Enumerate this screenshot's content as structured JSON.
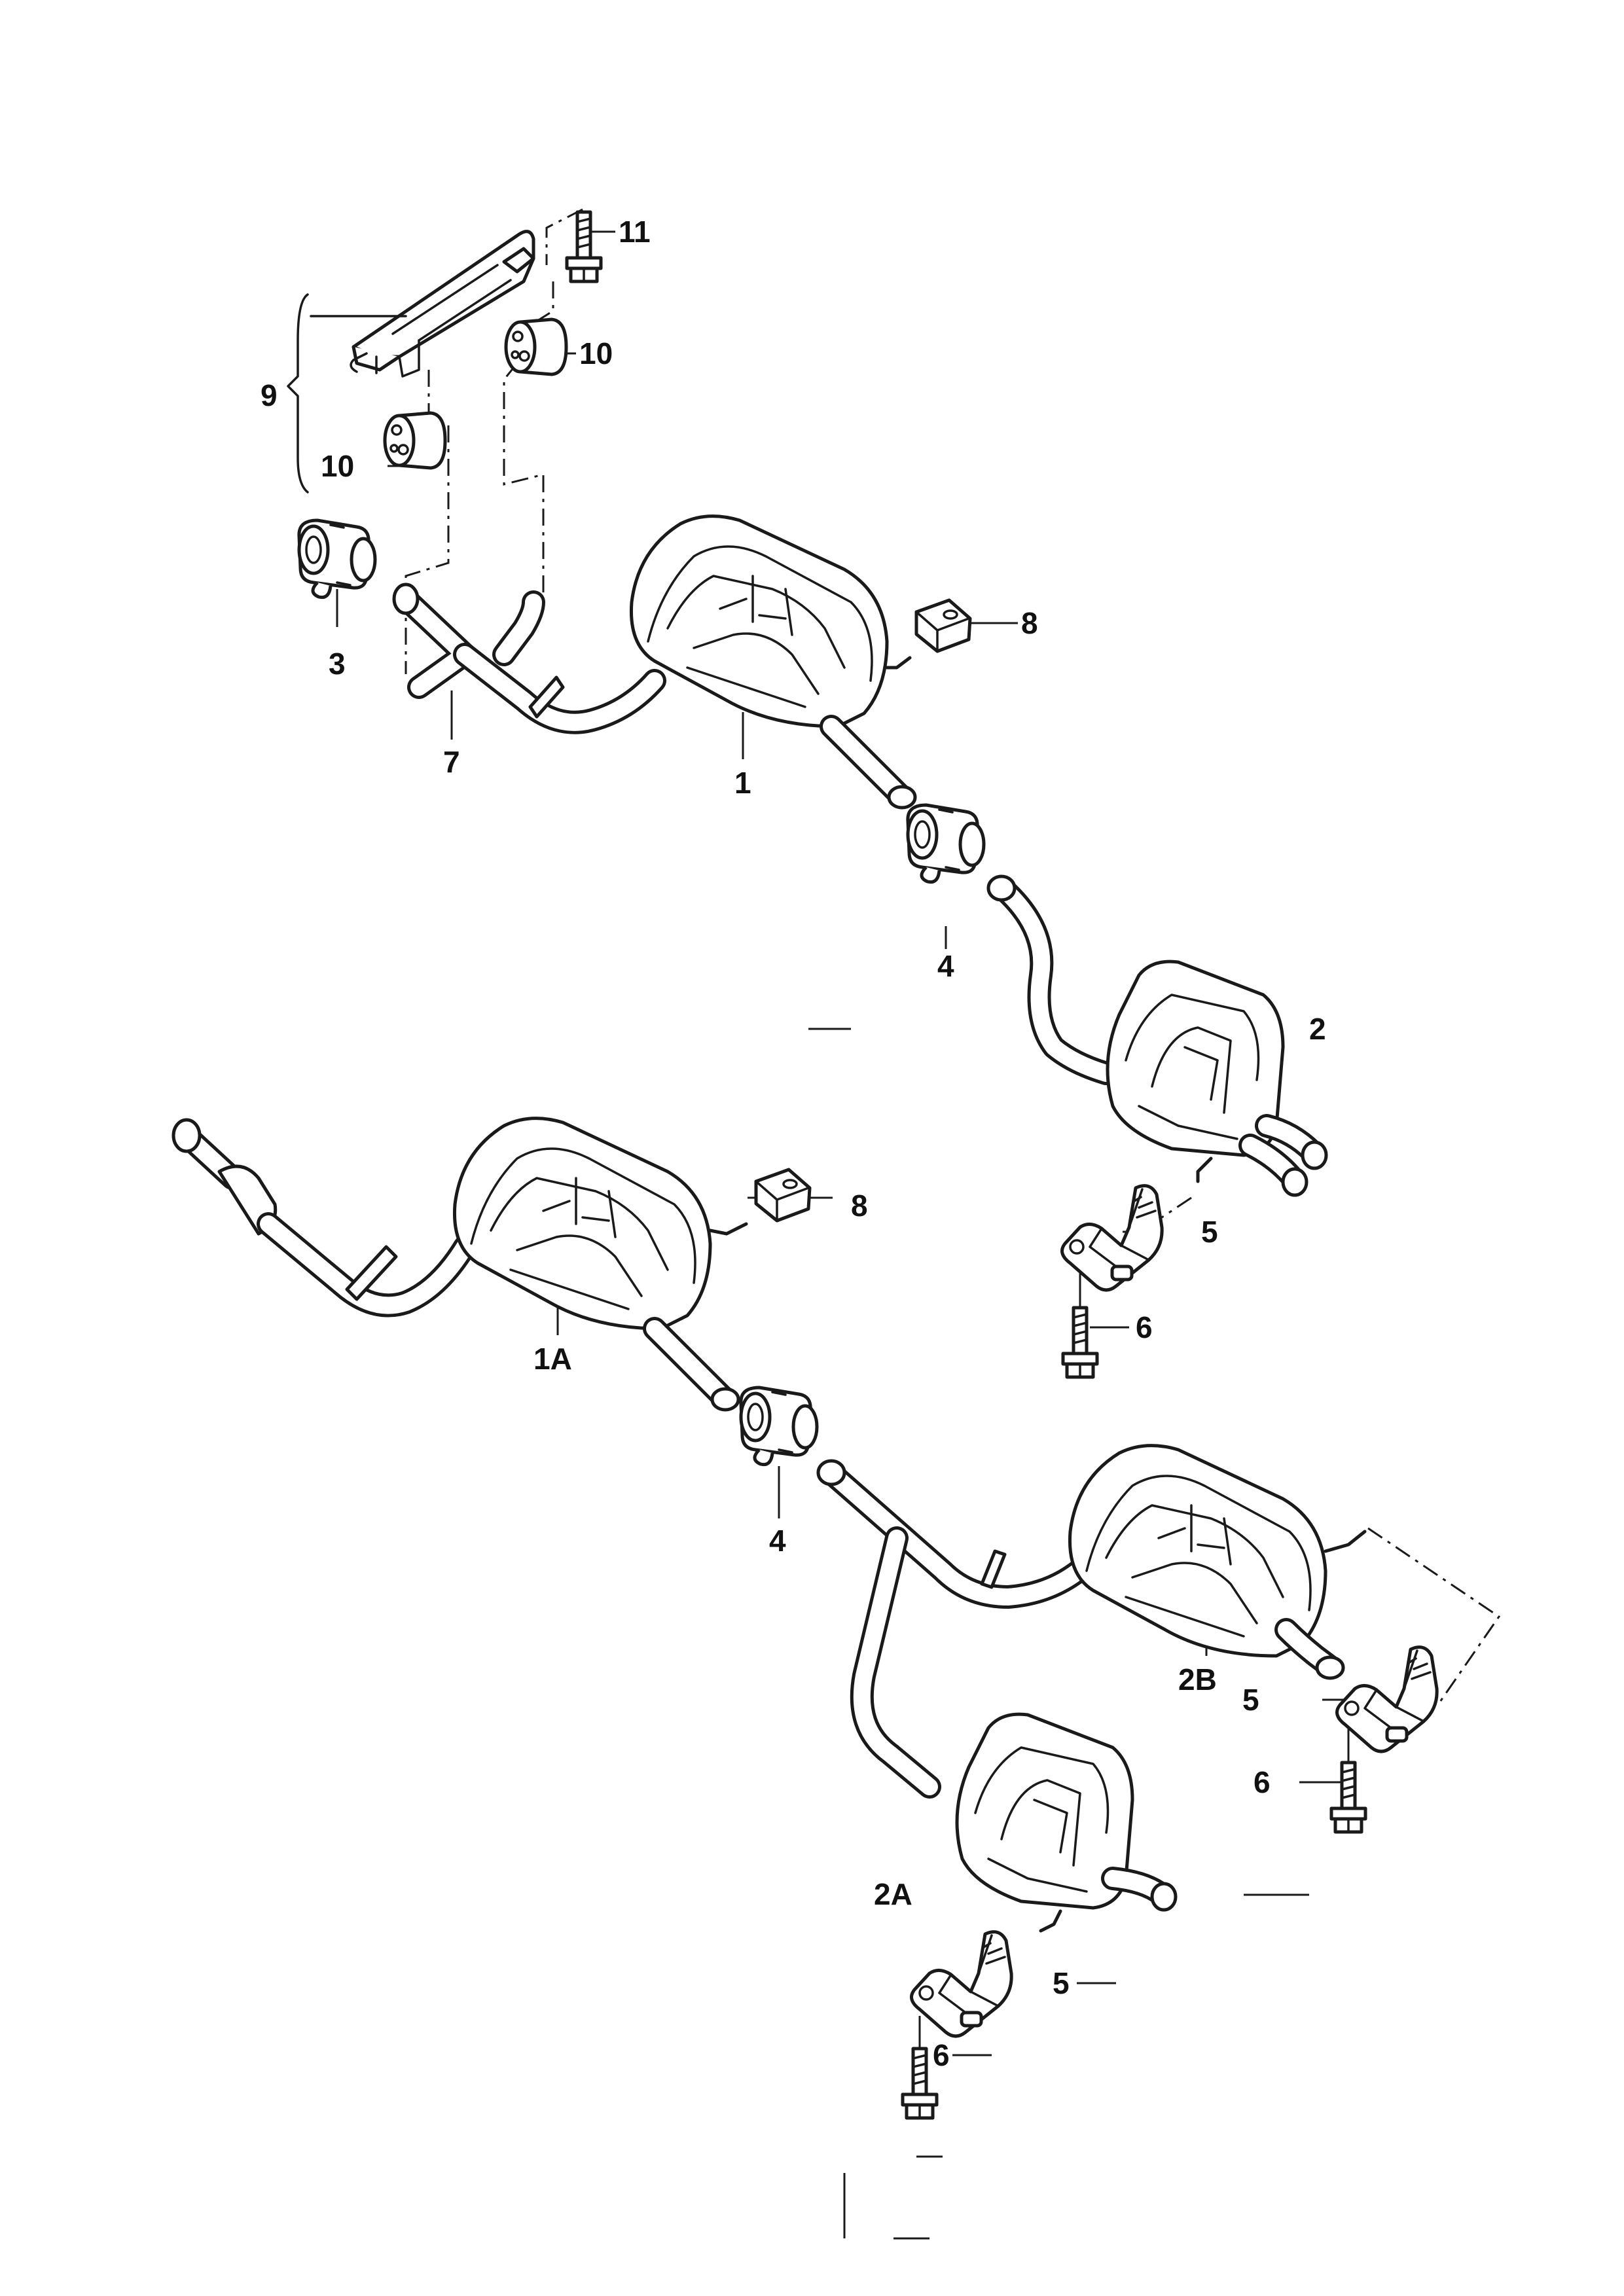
{
  "callouts": {
    "p1": "1",
    "p1a": "1A",
    "p2": "2",
    "p2a": "2A",
    "p2b": "2B",
    "p3": "3",
    "p4a": "4",
    "p4b": "4",
    "p5a": "5",
    "p5b": "5",
    "p5c": "5",
    "p6a": "6",
    "p6b": "6",
    "p6c": "6",
    "p7": "7",
    "p8a": "8",
    "p8b": "8",
    "p9": "9",
    "p10a": "10",
    "p10b": "10",
    "p11": "11"
  }
}
